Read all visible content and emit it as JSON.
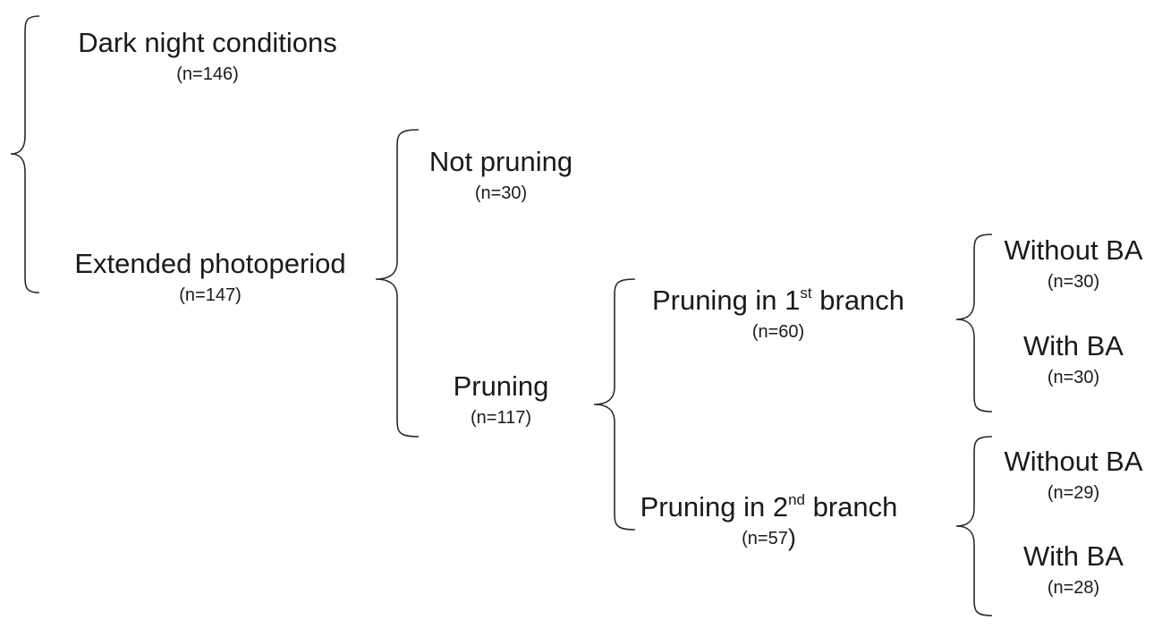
{
  "diagram": {
    "nodes": {
      "dark": {
        "label": "Dark night conditions",
        "count": "(n=146)"
      },
      "extended": {
        "label": "Extended photoperiod",
        "count": "(n=147)"
      },
      "notpruning": {
        "label": "Not pruning",
        "count": "(n=30)"
      },
      "pruning": {
        "label": "Pruning",
        "count": "(n=117)"
      },
      "p1": {
        "pre": "Pruning in 1",
        "ord": "st",
        "post": " branch",
        "count": "(n=60)"
      },
      "p2": {
        "pre": "Pruning in 2",
        "ord": "nd",
        "post": " branch",
        "count": "(n=57",
        "count_close": ")"
      },
      "p1_without": {
        "label": "Without BA",
        "count": "(n=30)"
      },
      "p1_with": {
        "label": "With BA",
        "count": "(n=30)"
      },
      "p2_without": {
        "label": "Without BA",
        "count": "(n=29)"
      },
      "p2_with": {
        "label": "With BA",
        "count": "(n=28)"
      }
    },
    "colors": {
      "text": "#1a1a1a",
      "brace": "#2b2b2b",
      "background": "#ffffff"
    }
  }
}
